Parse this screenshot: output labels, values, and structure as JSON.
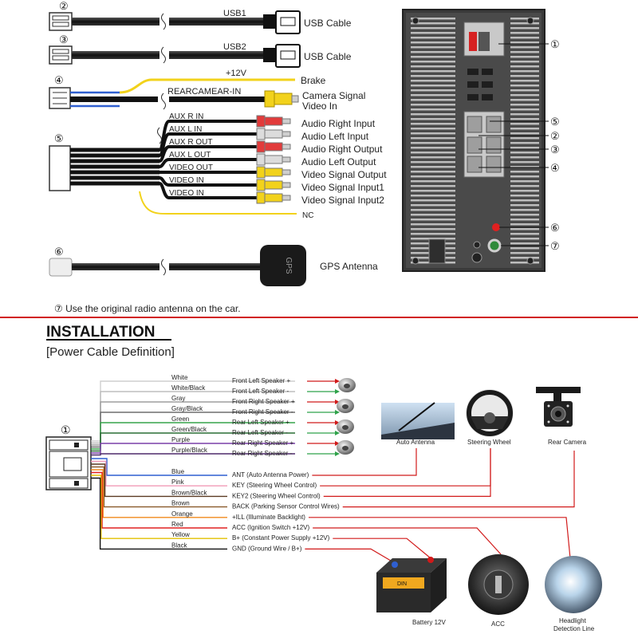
{
  "top_connectors": [
    {
      "number": "②",
      "wire_label": "USB1",
      "description": "USB Cable"
    },
    {
      "number": "③",
      "wire_label": "USB2",
      "description": "USB Cable"
    }
  ],
  "connector4": {
    "number": "④",
    "brake_voltage": "+12V",
    "brake_label": "Brake",
    "camera_wire": "REARCAMEAR-IN",
    "camera_desc_line1": "Camera Signal",
    "camera_desc_line2": "Video In"
  },
  "connector5": {
    "number": "⑤",
    "wires": [
      {
        "label": "AUX R IN",
        "desc": "Audio Right Input",
        "plug": "#e23b3b"
      },
      {
        "label": "AUX L IN",
        "desc": "Audio Left Input",
        "plug": "#dcdcdc"
      },
      {
        "label": "AUX R OUT",
        "desc": "Audio Right Output",
        "plug": "#e23b3b"
      },
      {
        "label": "AUX L OUT",
        "desc": "Audio Left Output",
        "plug": "#dcdcdc"
      },
      {
        "label": "VIDEO OUT",
        "desc": "Video Signal Output",
        "plug": "#f2d21b"
      },
      {
        "label": "VIDEO IN",
        "desc": "Video Signal Input1",
        "plug": "#f2d21b"
      },
      {
        "label": "VIDEO IN",
        "desc": "Video Signal Input2",
        "plug": "#f2d21b"
      }
    ],
    "nc_label": "NC"
  },
  "connector6": {
    "number": "⑥",
    "description": "GPS Antenna",
    "gps_text": "GPS"
  },
  "footnote": "⑦ Use the original radio antenna on the car.",
  "back_panel": {
    "callouts": [
      "①",
      "⑤",
      "②",
      "③",
      "④",
      "⑥",
      "⑦"
    ]
  },
  "installation": {
    "title": "INSTALLATION",
    "subtitle": "[Power Cable Definition]",
    "connector_number": "①",
    "speaker_wires": [
      {
        "color_name": "White",
        "signal": "Front Left Speaker +",
        "color": "#ffffff"
      },
      {
        "color_name": "White/Black",
        "signal": "Front Left Speaker -",
        "color": "#bdbdbd"
      },
      {
        "color_name": "Gray",
        "signal": "Front Right Speaker +",
        "color": "#9e9e9e"
      },
      {
        "color_name": "Gray/Black",
        "signal": "Front Right Speaker -",
        "color": "#6f6f6f"
      },
      {
        "color_name": "Green",
        "signal": "Rear Left Speaker +",
        "color": "#37a34a"
      },
      {
        "color_name": "Green/Black",
        "signal": "Rear Left Speaker -",
        "color": "#2a6e35"
      },
      {
        "color_name": "Purple",
        "signal": "Rear Right Speaker +",
        "color": "#7a3ea8"
      },
      {
        "color_name": "Purple/Black",
        "signal": "Rear Right Speaker -",
        "color": "#4e2a6b"
      }
    ],
    "function_wires": [
      {
        "color_name": "Blue",
        "signal": "ANT (Auto Antenna Power)",
        "color": "#2f5fd0"
      },
      {
        "color_name": "Pink",
        "signal": "KEY (Steering Wheel Control)",
        "color": "#f29bb7"
      },
      {
        "color_name": "Brown/Black",
        "signal": "KEY2 (Steering Wheel Control)",
        "color": "#5a3a22"
      },
      {
        "color_name": "Brown",
        "signal": "BACK (Parking Sensor Control Wires)",
        "color": "#8a5a2b"
      },
      {
        "color_name": "Orange",
        "signal": "+ILL (Illuminate Backlight)",
        "color": "#f08a1c"
      },
      {
        "color_name": "Red",
        "signal": "ACC (Ignition Switch +12V)",
        "color": "#e02020"
      },
      {
        "color_name": "Yellow",
        "signal": "B+ (Constant Power Supply +12V)",
        "color": "#f2d21b"
      },
      {
        "color_name": "Black",
        "signal": "GND (Ground Wire / B+)",
        "color": "#111111"
      }
    ],
    "devices": {
      "auto_antenna": "Auto Antenna",
      "steering_wheel": "Steering Wheel",
      "rear_camera": "Rear Camera",
      "battery": "Battery 12V",
      "battery_badge": "DIN",
      "acc": "ACC",
      "headlight_line1": "Headlight",
      "headlight_line2": "Detection Line"
    }
  }
}
